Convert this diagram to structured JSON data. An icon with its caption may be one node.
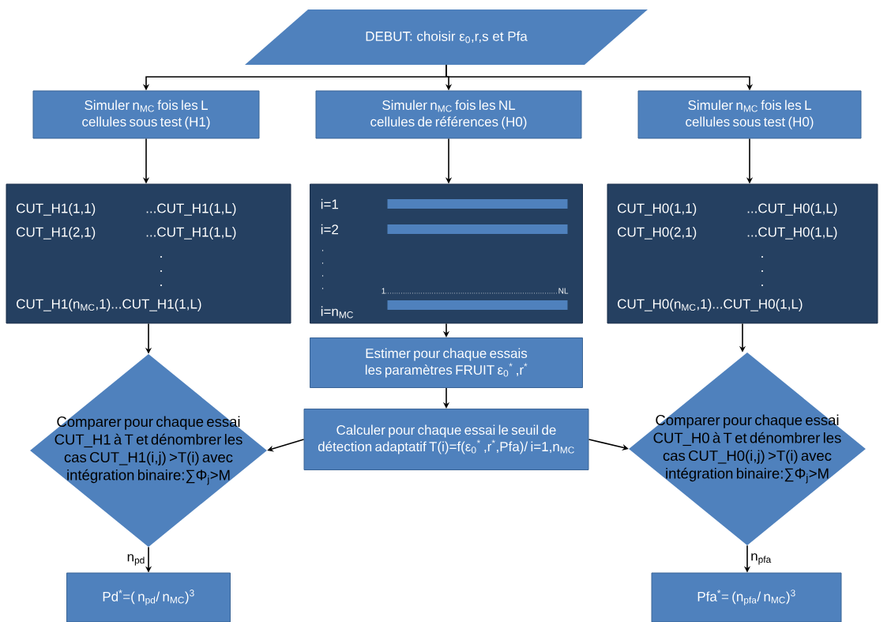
{
  "diagram": {
    "nodes": [
      {
        "text": [
          "DEBUT: choisir ε$_{0}$,r,s et Pfa"
        ]
      },
      {
        "text": [
          "Simuler n$_{MC}$ fois les L cellules sous test (H1)"
        ]
      },
      {
        "text": [
          "Simuler n$_{MC}$ fois les NL cellules de références (H0)"
        ]
      },
      {
        "text": [
          "Simuler n$_{MC}$ fois  les L cellules sous test (H0)"
        ]
      },
      {
        "text": [
          "CUT_H1(1,1)",
          "...CUT_H1(1,L)",
          "CUT_H1(2,1)",
          "...CUT_H1(1,L)",
          ".",
          ".",
          ".",
          "CUT_H1(n$_{MC}$,1)...CUT_H1(1,L)"
        ]
      },
      {
        "text": [
          "i=1",
          "i=2",
          ".",
          ".",
          ".",
          ".",
          "1",
          "NL",
          "i=n$_{MC}$"
        ]
      },
      {
        "text": [
          "CUT_H0(1,1)",
          "...CUT_H0(1,L)",
          "CUT_H0(2,1)",
          "...CUT_H0(1,L)",
          ".",
          ".",
          ".",
          "CUT_H0(n$_{MC}$,1)...CUT_H0(1,L)"
        ]
      },
      {
        "text": [
          "Estimer pour chaque essais les paramètres FRUIT ε$_{0}$$^{*}$ ,r$^{*}$"
        ]
      },
      {
        "text": [
          "Calculer pour chaque essai le seuil de détection adaptatif T(i)=f(ε$_{0}$$^{*}$ ,r$^{*}$,Pfa)/  i=1,n$_{MC}$"
        ]
      },
      {
        "text": [
          "Comparer pour chaque essai CUT_H1 à T et dénombrer les cas CUT_H1(i,j) >T(i) avec intégration binaire:∑Φ$_{j}$>M"
        ]
      },
      {
        "text": [
          "Comparer pour chaque essai CUT_H0 à T et dénombrer les cas CUT_H0(i,j) >T(i) avec intégration binaire:∑Φ$_{j}$>M"
        ]
      },
      {
        "text": [
          "Pd$^{*}$=( n$_{pd}$/ n$_{MC}$)$^{3}$"
        ]
      },
      {
        "text": [
          "Pfa$^{*}$= (n$_{pfa}$/ n$_{MC}$)$^{3}$"
        ]
      }
    ],
    "edges": [
      {
        "from": 0,
        "to": 1,
        "arrow": "to"
      },
      {
        "from": 0,
        "to": 2,
        "arrow": "to"
      },
      {
        "from": 0,
        "to": 3,
        "arrow": "to"
      },
      {
        "from": 1,
        "to": 4,
        "arrow": "to"
      },
      {
        "from": 2,
        "to": 5,
        "arrow": "to"
      },
      {
        "from": 3,
        "to": 6,
        "arrow": "to"
      },
      {
        "from": 4,
        "to": 9,
        "arrow": "to"
      },
      {
        "from": 5,
        "to": 7,
        "arrow": "to"
      },
      {
        "from": 7,
        "to": 8,
        "arrow": "to"
      },
      {
        "from": 8,
        "to": 9,
        "arrow": "to"
      },
      {
        "from": 8,
        "to": 10,
        "arrow": "to"
      },
      {
        "from": 6,
        "to": 10,
        "arrow": "to"
      },
      {
        "from": 9,
        "to": 11,
        "arrow": "to",
        "label": "n$_{pd}$"
      },
      {
        "from": 10,
        "to": 12,
        "arrow": "to",
        "label": "n$_{pfa}$"
      }
    ]
  }
}
